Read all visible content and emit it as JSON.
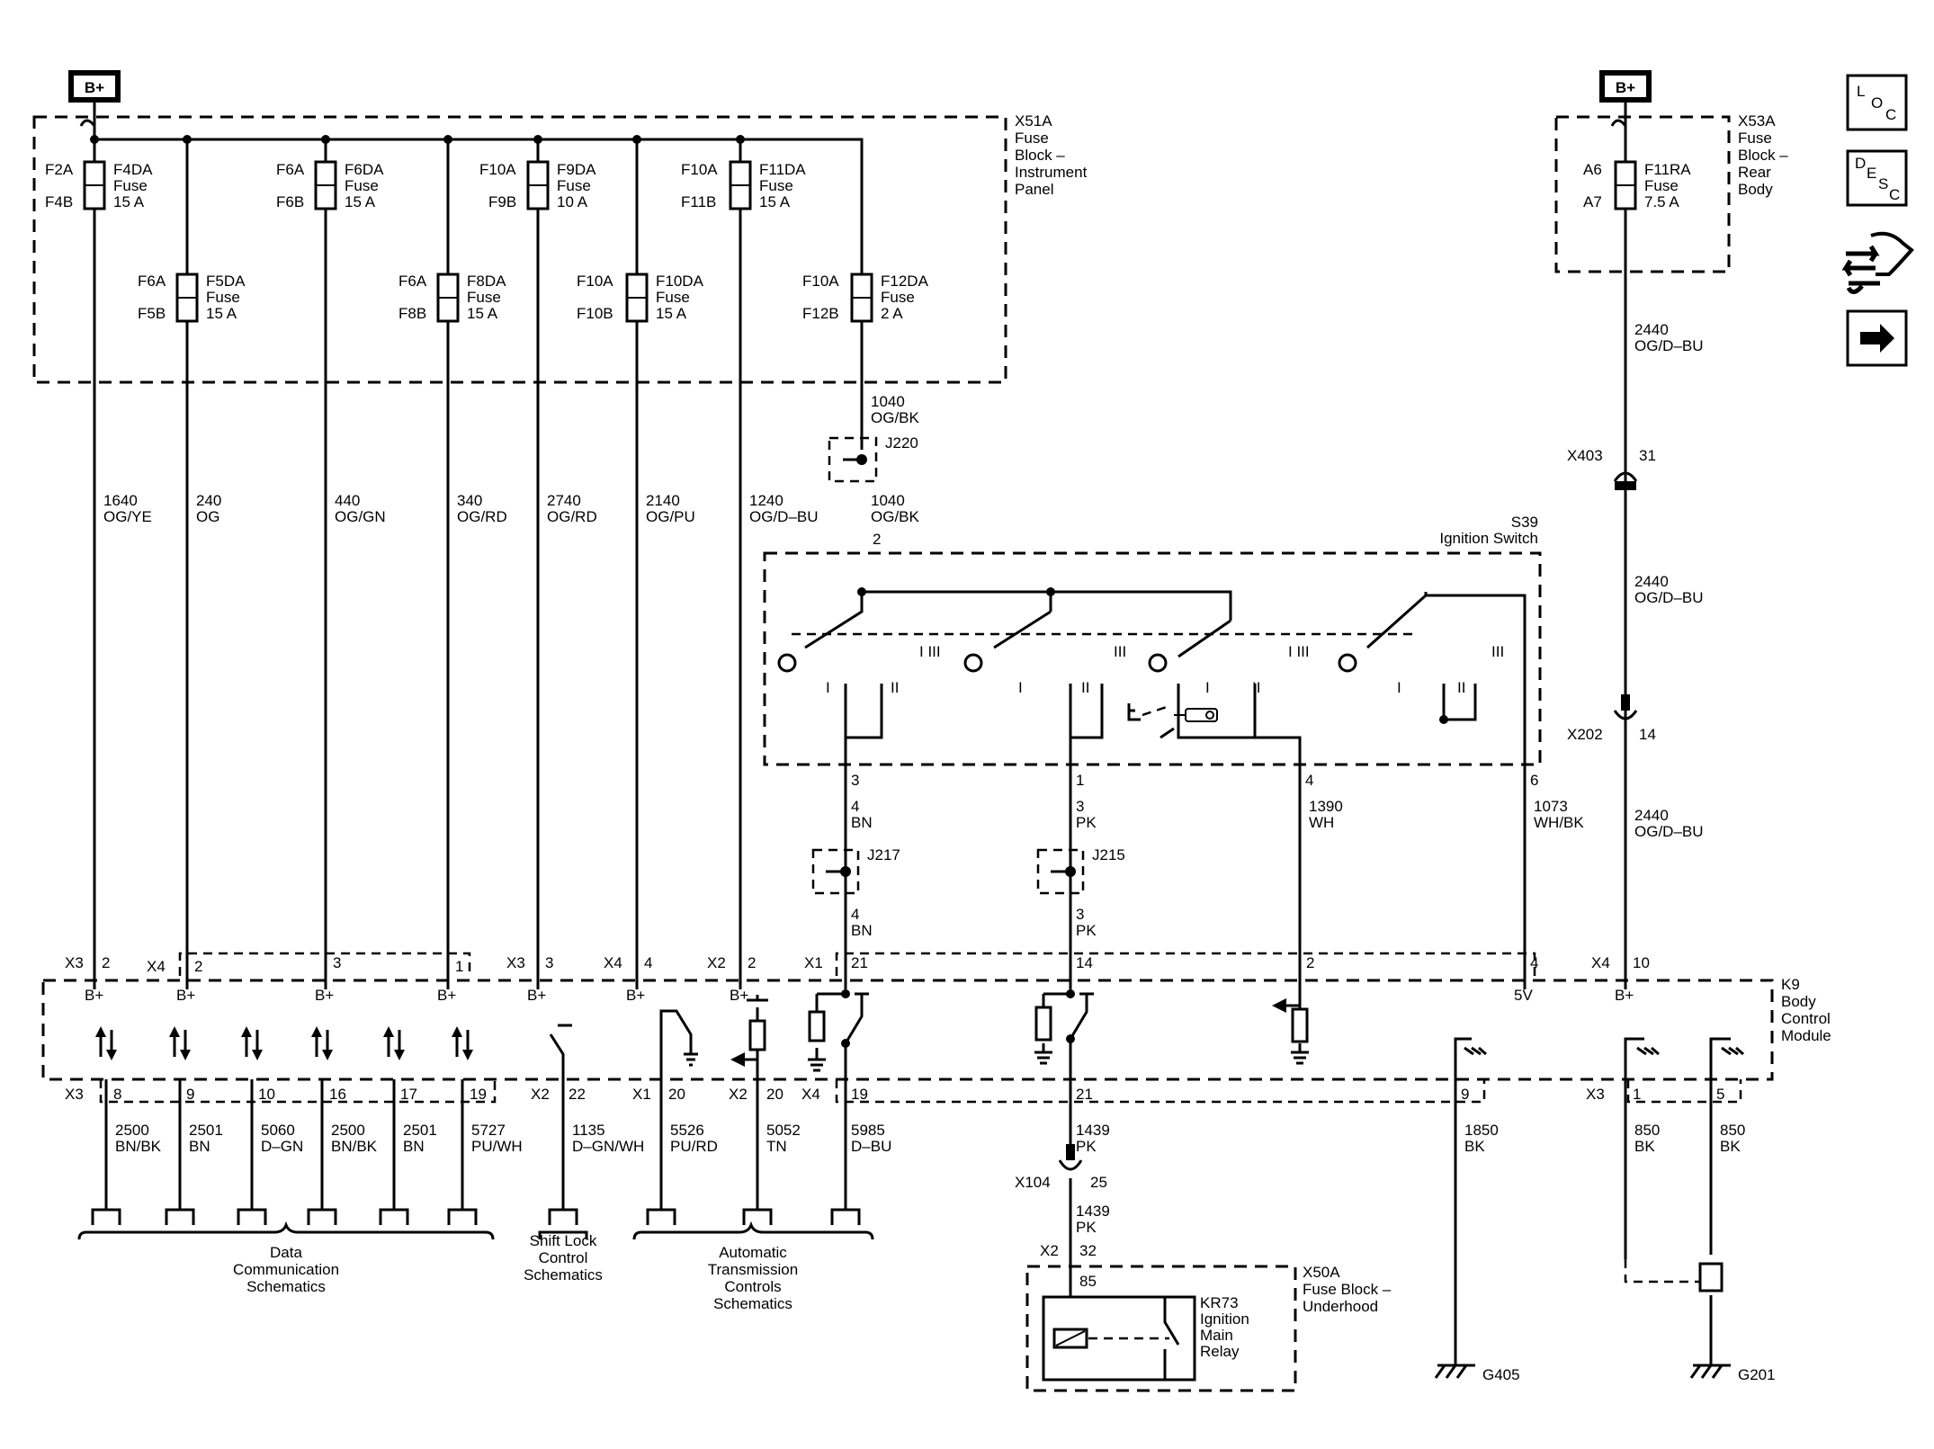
{
  "supply": {
    "bplus_left": "B+",
    "bplus_right": "B+"
  },
  "fuse_block_ip": {
    "id": "X51A",
    "l1": "Fuse",
    "l2": "Block –",
    "l3": "Instrument",
    "l4": "Panel"
  },
  "fuse_block_rear": {
    "id": "X53A",
    "l1": "Fuse",
    "l2": "Block –",
    "l3": "Rear",
    "l4": "Body"
  },
  "fuse_block_uh": {
    "id": "X50A",
    "l1": "Fuse Block –",
    "l2": "Underhood"
  },
  "fuses": [
    {
      "top": "F2A",
      "bot": "F4B",
      "name": "F4DA",
      "type": "Fuse",
      "rating": "15 A"
    },
    {
      "top": "F6A",
      "bot": "F5B",
      "name": "F5DA",
      "type": "Fuse",
      "rating": "15 A"
    },
    {
      "top": "F6A",
      "bot": "F6B",
      "name": "F6DA",
      "type": "Fuse",
      "rating": "15 A"
    },
    {
      "top": "F6A",
      "bot": "F8B",
      "name": "F8DA",
      "type": "Fuse",
      "rating": "15 A"
    },
    {
      "top": "F10A",
      "bot": "F9B",
      "name": "F9DA",
      "type": "Fuse",
      "rating": "10 A"
    },
    {
      "top": "F10A",
      "bot": "F10B",
      "name": "F10DA",
      "type": "Fuse",
      "rating": "15 A"
    },
    {
      "top": "F10A",
      "bot": "F11B",
      "name": "F11DA",
      "type": "Fuse",
      "rating": "15 A"
    },
    {
      "top": "F10A",
      "bot": "F12B",
      "name": "F12DA",
      "type": "Fuse",
      "rating": "2 A"
    },
    {
      "top": "A6",
      "bot": "A7",
      "name": "F11RA",
      "type": "Fuse",
      "rating": "7.5 A"
    }
  ],
  "wires_top": [
    {
      "circuit": "1640",
      "color": "OG/YE"
    },
    {
      "circuit": "240",
      "color": "OG"
    },
    {
      "circuit": "440",
      "color": "OG/GN"
    },
    {
      "circuit": "340",
      "color": "OG/RD"
    },
    {
      "circuit": "2740",
      "color": "OG/RD"
    },
    {
      "circuit": "2140",
      "color": "OG/PU"
    },
    {
      "circuit": "1240",
      "color": "OG/D–BU"
    },
    {
      "circuit": "1040",
      "color": "OG/BK"
    },
    {
      "circuit": "1040",
      "color": "OG/BK"
    },
    {
      "circuit": "2440",
      "color": "OG/D–BU"
    },
    {
      "circuit": "2440",
      "color": "OG/D–BU"
    },
    {
      "circuit": "2440",
      "color": "OG/D–BU"
    }
  ],
  "splices": {
    "j220": "J220",
    "j217": "J217",
    "j215": "J215"
  },
  "inline_conn": {
    "x403": "X403",
    "x403_pin": "31",
    "x202": "X202",
    "x202_pin": "14",
    "x104": "X104",
    "x104_pin": "25"
  },
  "ign_switch": {
    "id": "S39",
    "name": "Ignition Switch",
    "pin_in": "2",
    "pin3": "3",
    "pin1": "1",
    "pin4": "4",
    "pin6": "6"
  },
  "ign_wires": [
    {
      "circuit": "4",
      "color": "BN"
    },
    {
      "circuit": "3",
      "color": "PK"
    },
    {
      "circuit": "1390",
      "color": "WH"
    },
    {
      "circuit": "1073",
      "color": "WH/BK"
    },
    {
      "circuit": "4",
      "color": "BN"
    },
    {
      "circuit": "3",
      "color": "PK"
    }
  ],
  "bcm": {
    "id": "K9",
    "l1": "Body",
    "l2": "Control",
    "l3": "Module",
    "bplus": "B+",
    "v5": "5V"
  },
  "bcm_top_pins": [
    {
      "conn": "X3",
      "pin": "2"
    },
    {
      "conn": "X4",
      "pin": "2"
    },
    {
      "conn": "",
      "pin": "3"
    },
    {
      "conn": "",
      "pin": "1"
    },
    {
      "conn": "X3",
      "pin": "3"
    },
    {
      "conn": "X4",
      "pin": "4"
    },
    {
      "conn": "X2",
      "pin": "2"
    },
    {
      "conn": "X1",
      "pin": "21"
    },
    {
      "conn": "",
      "pin": "14"
    },
    {
      "conn": "",
      "pin": "2"
    },
    {
      "conn": "",
      "pin": "4"
    },
    {
      "conn": "X4",
      "pin": "10"
    }
  ],
  "bcm_bot_pins": [
    {
      "conn": "X3",
      "pin": "8"
    },
    {
      "conn": "",
      "pin": "9"
    },
    {
      "conn": "",
      "pin": "10"
    },
    {
      "conn": "",
      "pin": "16"
    },
    {
      "conn": "",
      "pin": "17"
    },
    {
      "conn": "",
      "pin": "19"
    },
    {
      "conn": "X2",
      "pin": "22"
    },
    {
      "conn": "X1",
      "pin": "20"
    },
    {
      "conn": "X2",
      "pin": "20"
    },
    {
      "conn": "X4",
      "pin": "19"
    },
    {
      "conn": "",
      "pin": "21"
    },
    {
      "conn": "",
      "pin": "9"
    },
    {
      "conn": "X3",
      "pin": "1"
    },
    {
      "conn": "",
      "pin": "5"
    }
  ],
  "wires_bottom": [
    {
      "circuit": "2500",
      "color": "BN/BK"
    },
    {
      "circuit": "2501",
      "color": "BN"
    },
    {
      "circuit": "5060",
      "color": "D–GN"
    },
    {
      "circuit": "2500",
      "color": "BN/BK"
    },
    {
      "circuit": "2501",
      "color": "BN"
    },
    {
      "circuit": "5727",
      "color": "PU/WH"
    },
    {
      "circuit": "1135",
      "color": "D–GN/WH"
    },
    {
      "circuit": "5526",
      "color": "PU/RD"
    },
    {
      "circuit": "5052",
      "color": "TN"
    },
    {
      "circuit": "5985",
      "color": "D–BU"
    },
    {
      "circuit": "1439",
      "color": "PK"
    },
    {
      "circuit": "1850",
      "color": "BK"
    },
    {
      "circuit": "850",
      "color": "BK"
    },
    {
      "circuit": "850",
      "color": "BK"
    },
    {
      "circuit": "1439",
      "color": "PK"
    }
  ],
  "groups": {
    "data_comm": {
      "l1": "Data",
      "l2": "Communication",
      "l3": "Schematics"
    },
    "shift_lock": {
      "l1": "Shift Lock",
      "l2": "Control",
      "l3": "Schematics"
    },
    "auto_trans": {
      "l1": "Automatic",
      "l2": "Transmission",
      "l3": "Controls",
      "l4": "Schematics"
    }
  },
  "relay": {
    "conn": "X2",
    "conn_pin": "32",
    "pin": "85",
    "id": "KR73",
    "l1": "Ignition",
    "l2": "Main",
    "l3": "Relay"
  },
  "grounds": {
    "g405": "G405",
    "g201": "G201"
  },
  "nav": {
    "loc_l": "L",
    "loc_o": "O",
    "loc_c": "C",
    "desc_d": "D",
    "desc_e": "E",
    "desc_s": "S",
    "desc_c": "C"
  }
}
